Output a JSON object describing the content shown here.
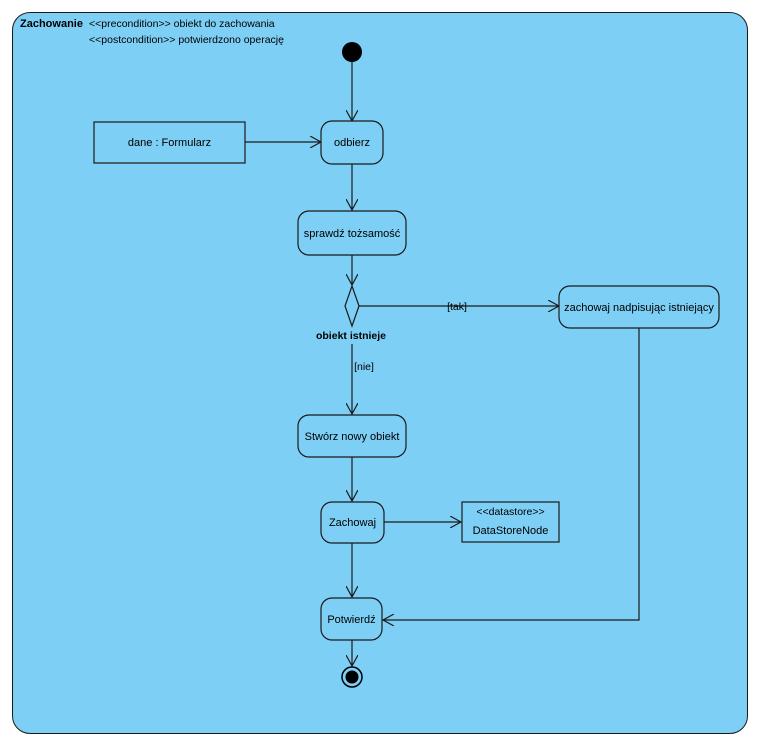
{
  "activity": {
    "name": "Zachowanie",
    "precondition": "<<precondition>> obiekt do zachowania",
    "postcondition": "<<postcondition>> potwierdzono operację"
  },
  "nodes": {
    "input_object": "dane : Formularz",
    "receive": "odbierz",
    "verify": "sprawdź tożsamość",
    "decision_label": "obiekt istnieje",
    "overwrite": "zachowaj nadpisując istniejący",
    "create": "Stwórz nowy obiekt",
    "save": "Zachowaj",
    "datastore_stereotype": "<<datastore>>",
    "datastore_name": "DataStoreNode",
    "confirm": "Potwierdź"
  },
  "guards": {
    "yes": "[tak]",
    "no": "[nie]"
  },
  "colors": {
    "background": "#7dcff5",
    "border": "#1a1a1a"
  }
}
